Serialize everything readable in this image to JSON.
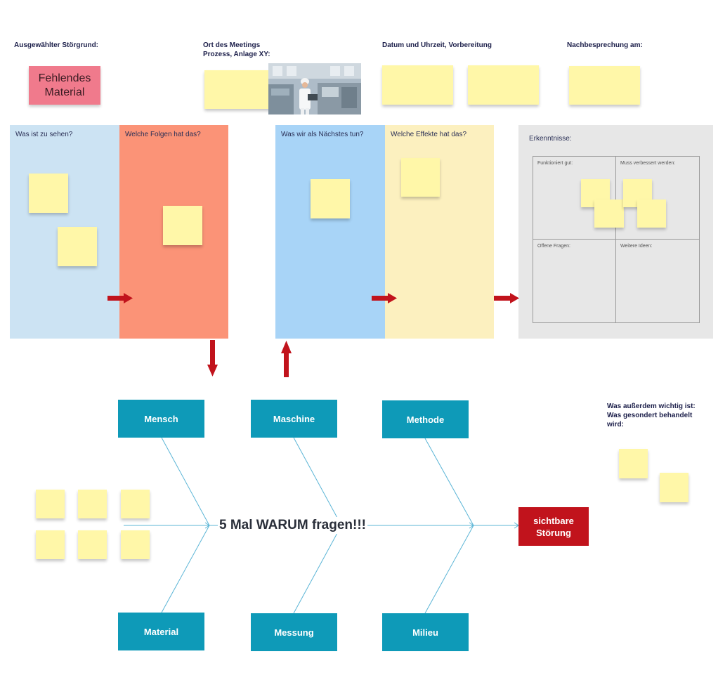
{
  "header": {
    "selected_cause_label": "Ausgewählter Störgrund:",
    "meeting_location_label_line1": "Ort des Meetings",
    "meeting_location_label_line2": "Prozess, Anlage XY:",
    "date_label": "Datum und Uhrzeit, Vorbereitung",
    "followup_label": "Nachbesprechung am:"
  },
  "selected_cause_note": {
    "line1": "Fehlendes",
    "line2": "Material"
  },
  "panels": {
    "what_seen": "Was ist zu sehen?",
    "consequences": "Welche Folgen hat das?",
    "next_steps": "Was wir als Nächstes tun?",
    "effects": "Welche Effekte hat das?",
    "insights": "Erkenntnisse:"
  },
  "insights_grid": {
    "works_well": "Funktioniert gut:",
    "must_improve": "Muss verbessert werden:",
    "open_questions": "Offene Fragen:",
    "further_ideas": "Weitere Ideen:"
  },
  "fishbone": {
    "center_text": "5 Mal WARUM fragen!!!",
    "effect_line1": "sichtbare",
    "effect_line2": "Störung",
    "categories": {
      "mensch": "Mensch",
      "maschine": "Maschine",
      "methode": "Methode",
      "material": "Material",
      "messung": "Messung",
      "milieu": "Milieu"
    }
  },
  "side_note": {
    "line1": "Was außerdem wichtig ist:",
    "line2": "Was gesondert behandelt",
    "line3": "wird:"
  },
  "colors": {
    "sticky": "#fff7a8",
    "pink_note": "#f07a8c",
    "panel_blue_light": "#cce3f3",
    "panel_salmon": "#fb9377",
    "panel_blue": "#a8d4f7",
    "panel_cream": "#fcf0bf",
    "panel_grey": "#e7e7e7",
    "arrow_red": "#c1131c",
    "fish_box": "#0e9ab8",
    "fish_line": "#5bb5d6"
  },
  "icons": {
    "photo": "factory-worker-photo",
    "arrow": "red-arrow-icon"
  }
}
